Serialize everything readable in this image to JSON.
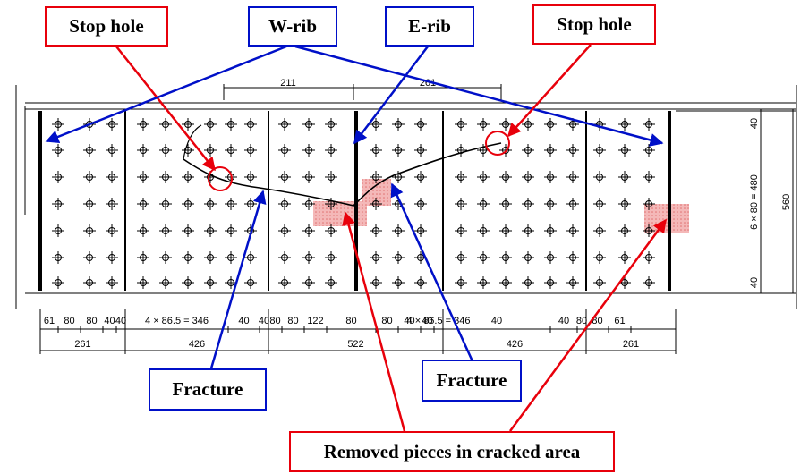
{
  "callouts": {
    "stop_hole_left": "Stop hole",
    "w_rib": "W-rib",
    "e_rib": "E-rib",
    "stop_hole_right": "Stop hole",
    "fracture_left": "Fracture",
    "fracture_right": "Fracture",
    "removed_pieces": "Removed pieces in cracked area"
  },
  "dimensions": {
    "bottom_row1": [
      "61",
      "80",
      "80",
      "40",
      "40",
      "4 × 86.5 = 346",
      "40",
      "40",
      "80",
      "80",
      "122",
      "80",
      "80",
      "40",
      "40",
      "4 × 86.5 = 346",
      "40",
      "40",
      "80",
      "80",
      "61"
    ],
    "bottom_row2": [
      "261",
      "426",
      "522",
      "426",
      "261"
    ],
    "right_vertical": [
      "40",
      "6 × 80 = 480",
      "40"
    ],
    "right_total": "560",
    "top_partial": [
      "211",
      "261"
    ]
  },
  "colors": {
    "label_red": "#e8000b",
    "label_blue": "#0010c8",
    "cracked_fill": "#f2a0a0",
    "drawing_line": "#000000"
  }
}
